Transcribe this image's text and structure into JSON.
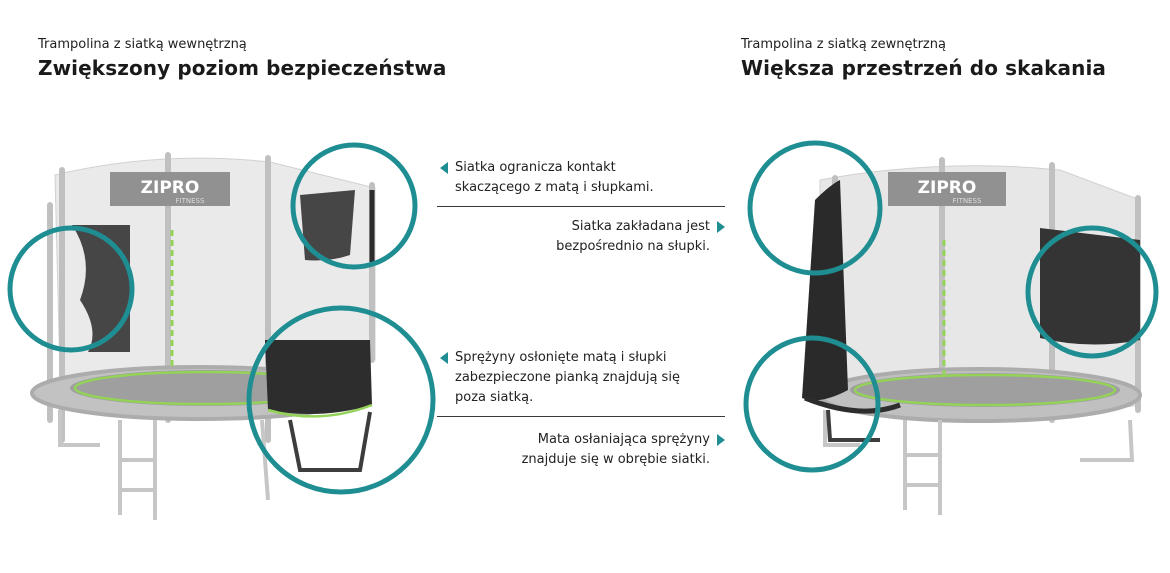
{
  "left": {
    "subtitle": "Trampolina z siatką wewnętrzną",
    "title": "Zwiększony poziom bezpieczeństwa",
    "brand": "ZIPRO",
    "brand_sub": "FITNESS"
  },
  "right": {
    "subtitle": "Trampolina z siatką zewnętrzną",
    "title": "Większa przestrzeń do skakania",
    "brand": "ZIPRO",
    "brand_sub": "FITNESS"
  },
  "notes": [
    {
      "text": "Siatka ogranicza kontakt\nskaczącego z matą i słupkami."
    },
    {
      "text": "Siatka zakładana jest\nbezpośrednio na słupki."
    },
    {
      "text": "Sprężyny osłonięte matą i słupki\nzabezpieczone pianką znajdują się\npoza siatką."
    },
    {
      "text": "Mata osłaniająca sprężyny\nznajduje się w obrębie siatki."
    }
  ],
  "colors": {
    "accent": "#1f8e92",
    "mat_green": "#8fd14f",
    "frame_gray": "#b8b8b8",
    "net_dark": "#2a2a2a"
  }
}
